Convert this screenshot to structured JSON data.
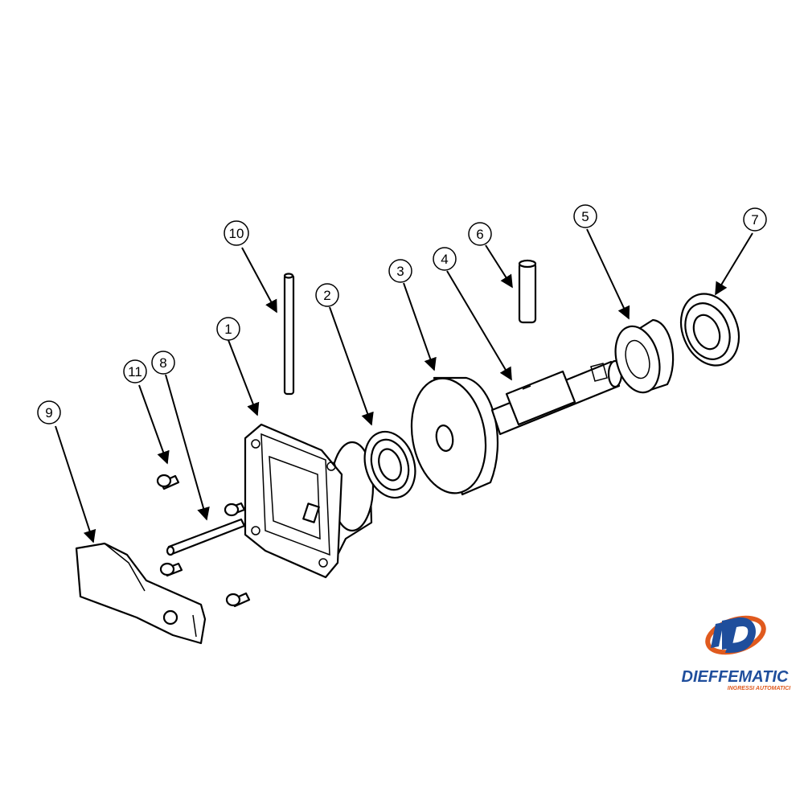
{
  "highlight_color": "#ffee00",
  "callouts": [
    {
      "id": "1",
      "label": "1",
      "highlighted": false
    },
    {
      "id": "2",
      "label": "2",
      "highlighted": false
    },
    {
      "id": "3",
      "label": "3",
      "highlighted": true
    },
    {
      "id": "4",
      "label": "4",
      "highlighted": false
    },
    {
      "id": "5",
      "label": "5",
      "highlighted": false
    },
    {
      "id": "6",
      "label": "6",
      "highlighted": false
    },
    {
      "id": "7",
      "label": "7",
      "highlighted": false
    },
    {
      "id": "8",
      "label": "8",
      "highlighted": false
    },
    {
      "id": "9",
      "label": "9",
      "highlighted": false
    },
    {
      "id": "10",
      "label": "10",
      "highlighted": false
    },
    {
      "id": "11",
      "label": "11",
      "highlighted": false
    }
  ],
  "brand": {
    "name": "DIEFFEMATIC",
    "tagline": "INGRESSI AUTOMATICI",
    "primary_color": "#1f4e9c",
    "accent_color": "#e05a1e"
  }
}
